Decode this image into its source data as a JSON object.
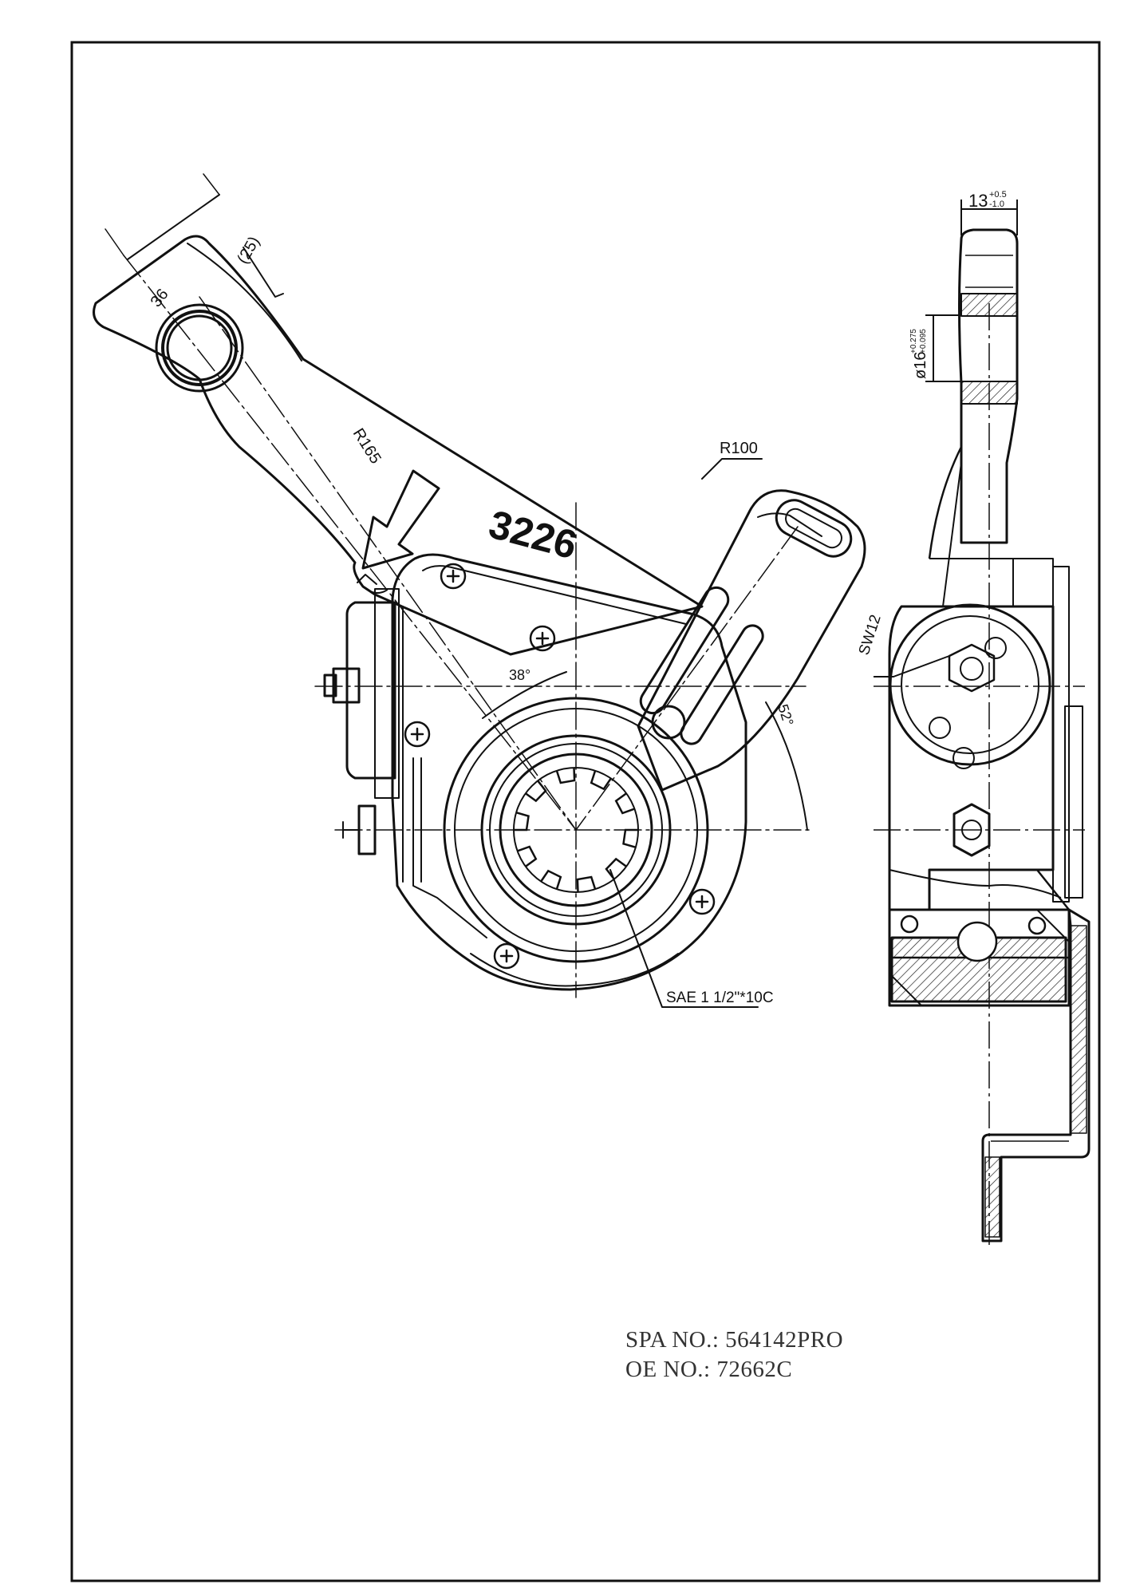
{
  "drawing": {
    "part_marking": "3226",
    "dimensions": {
      "bracket_width": "(25)",
      "eye_size": "36",
      "radius_long": "R165",
      "radius_short": "R100",
      "angle_left": "38°",
      "angle_right": "52°",
      "spline": "SAE 1 1/2\"*10C",
      "wrench": "SW12",
      "thickness": "13",
      "thickness_tol_upper": "+0.5",
      "thickness_tol_lower": "-1.0",
      "bore": "ø16",
      "bore_tol_upper": "+0.275",
      "bore_tol_lower": "+0.095"
    }
  },
  "info": {
    "spa_label": "SPA NO.:",
    "spa_value": "564142PRO",
    "oe_label": "OE NO.:",
    "oe_value": "72662C"
  }
}
